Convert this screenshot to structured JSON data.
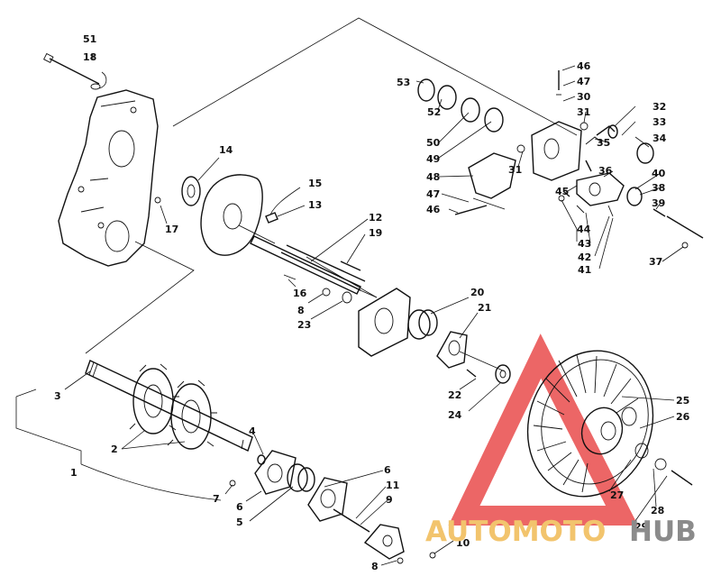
{
  "diagram": {
    "part_numbers": [
      "51",
      "18",
      "14",
      "17",
      "15",
      "13",
      "12",
      "19",
      "16",
      "8",
      "23",
      "20",
      "21",
      "22",
      "24",
      "25",
      "26",
      "27",
      "28",
      "29",
      "3",
      "2",
      "1",
      "4",
      "7",
      "6",
      "5",
      "6",
      "11",
      "9",
      "10",
      "8",
      "53",
      "52",
      "50",
      "49",
      "48",
      "47",
      "46",
      "46",
      "47",
      "30",
      "31",
      "32",
      "33",
      "34",
      "35",
      "31",
      "36",
      "40",
      "38",
      "39",
      "45",
      "44",
      "43",
      "42",
      "41",
      "37"
    ]
  },
  "watermark": {
    "word1": "AUTOMOTO",
    "word2": "HUB",
    "colors": {
      "triangle": "#e94b4b",
      "auto": "#f2c46d",
      "hub": "#8b8b8b"
    }
  }
}
